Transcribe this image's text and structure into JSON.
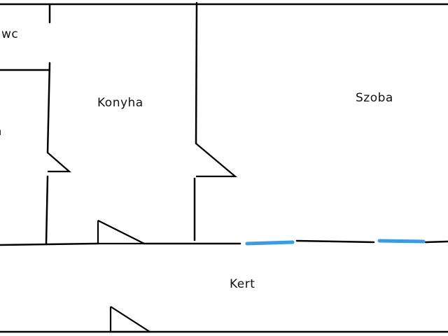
{
  "rooms": {
    "wc": "wc",
    "konyha": "Konyha",
    "szoba": "Szoba",
    "kert": "Kert",
    "left_partial": "a"
  },
  "colors": {
    "wall": "#000000",
    "window": "#3d9be0",
    "background": "#ffffff"
  }
}
